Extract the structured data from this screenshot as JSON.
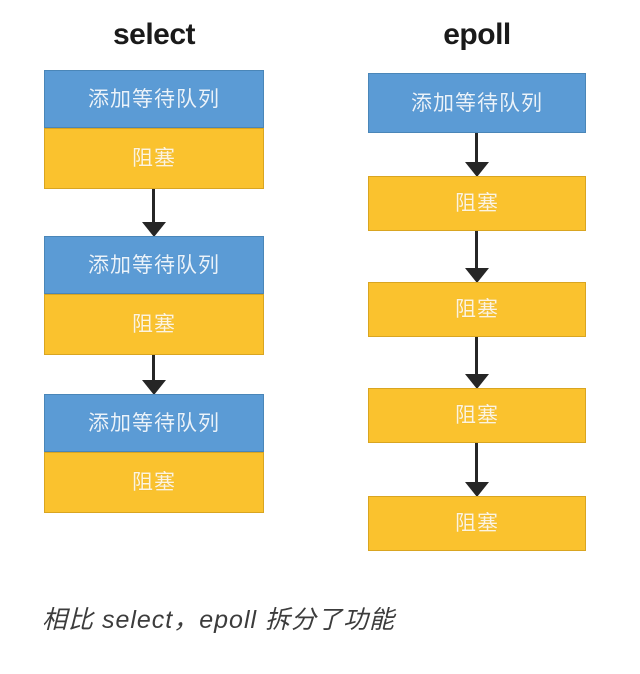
{
  "columns": [
    {
      "id": "select",
      "title": "select",
      "groups": [
        {
          "blue_label": "添加等待队列",
          "orange_label": "阻塞"
        },
        {
          "blue_label": "添加等待队列",
          "orange_label": "阻塞"
        },
        {
          "blue_label": "添加等待队列",
          "orange_label": "阻塞"
        }
      ]
    },
    {
      "id": "epoll",
      "title": "epoll",
      "blue_label": "添加等待队列",
      "orange_labels": [
        "阻塞",
        "阻塞",
        "阻塞",
        "阻塞"
      ]
    }
  ],
  "caption": "相比 select，epoll 拆分了功能",
  "colors": {
    "blue_fill": "#5b9bd5",
    "blue_border": "#4a86b8",
    "orange_fill": "#fac22e",
    "orange_border": "#d9a521",
    "arrow": "#262626",
    "title_text": "#1a1a1a",
    "caption_text": "#3c3c3c",
    "background": "#ffffff"
  }
}
